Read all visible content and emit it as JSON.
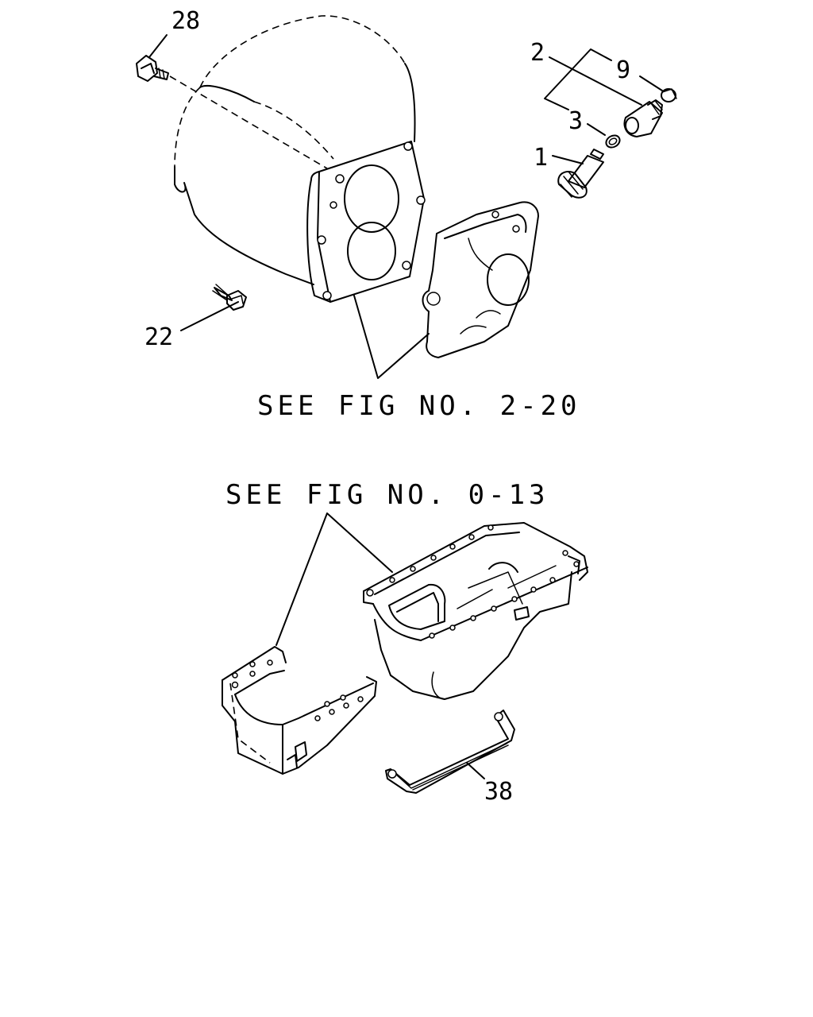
{
  "callouts": {
    "c28": "28",
    "c2": "2",
    "c9": "9",
    "c3": "3",
    "c1": "1",
    "c22": "22",
    "c38": "38"
  },
  "references": {
    "upper": "SEE FIG NO. 2-20",
    "lower": "SEE FIG NO. 0-13"
  }
}
